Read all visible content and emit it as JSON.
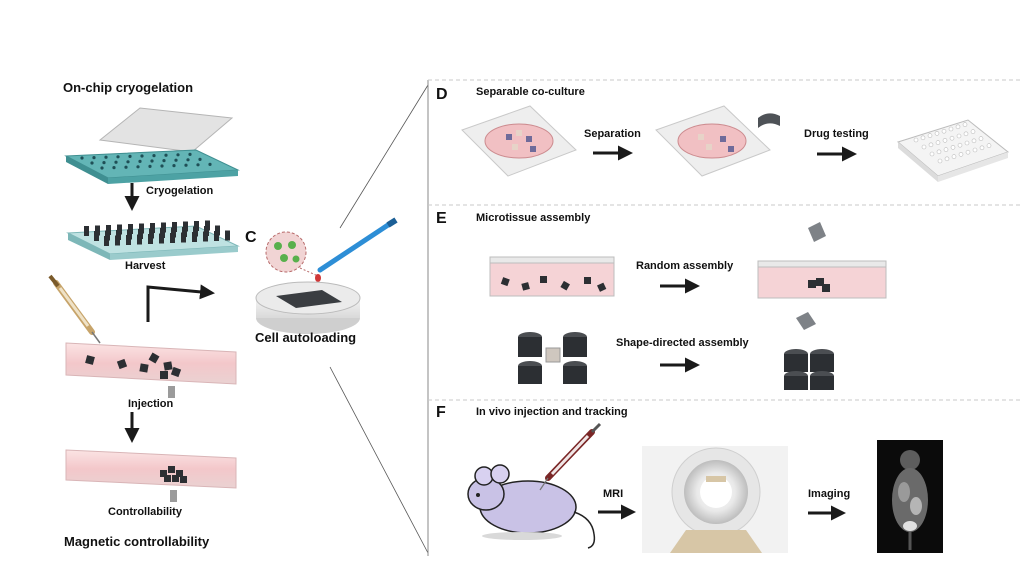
{
  "left_panel": {
    "step1_title": "On-chip cryogelation",
    "arrow_cryogelation": "Cryogelation",
    "arrow_harvest": "Harvest",
    "injection": "Injection",
    "controllability": "Controllability",
    "bottom_title": "Magnetic controllability"
  },
  "panel_c": {
    "letter": "C",
    "caption": "Cell autoloading"
  },
  "panel_d": {
    "letter": "D",
    "title": "Separable co-culture",
    "arrow1": "Separation",
    "arrow2": "Drug testing"
  },
  "panel_e": {
    "letter": "E",
    "title": "Microtissue assembly",
    "random": "Random assembly",
    "shape": "Shape-directed assembly"
  },
  "panel_f": {
    "letter": "F",
    "title": "In vivo injection and tracking",
    "mri": "MRI",
    "imaging": "Imaging"
  },
  "colors": {
    "chip_teal": "#5fb6b8",
    "gel_pink": "#f2c9cc",
    "cube_dark": "#2c2f33",
    "divider": "#c8c8c8",
    "arrow": "#1a1a1a"
  }
}
